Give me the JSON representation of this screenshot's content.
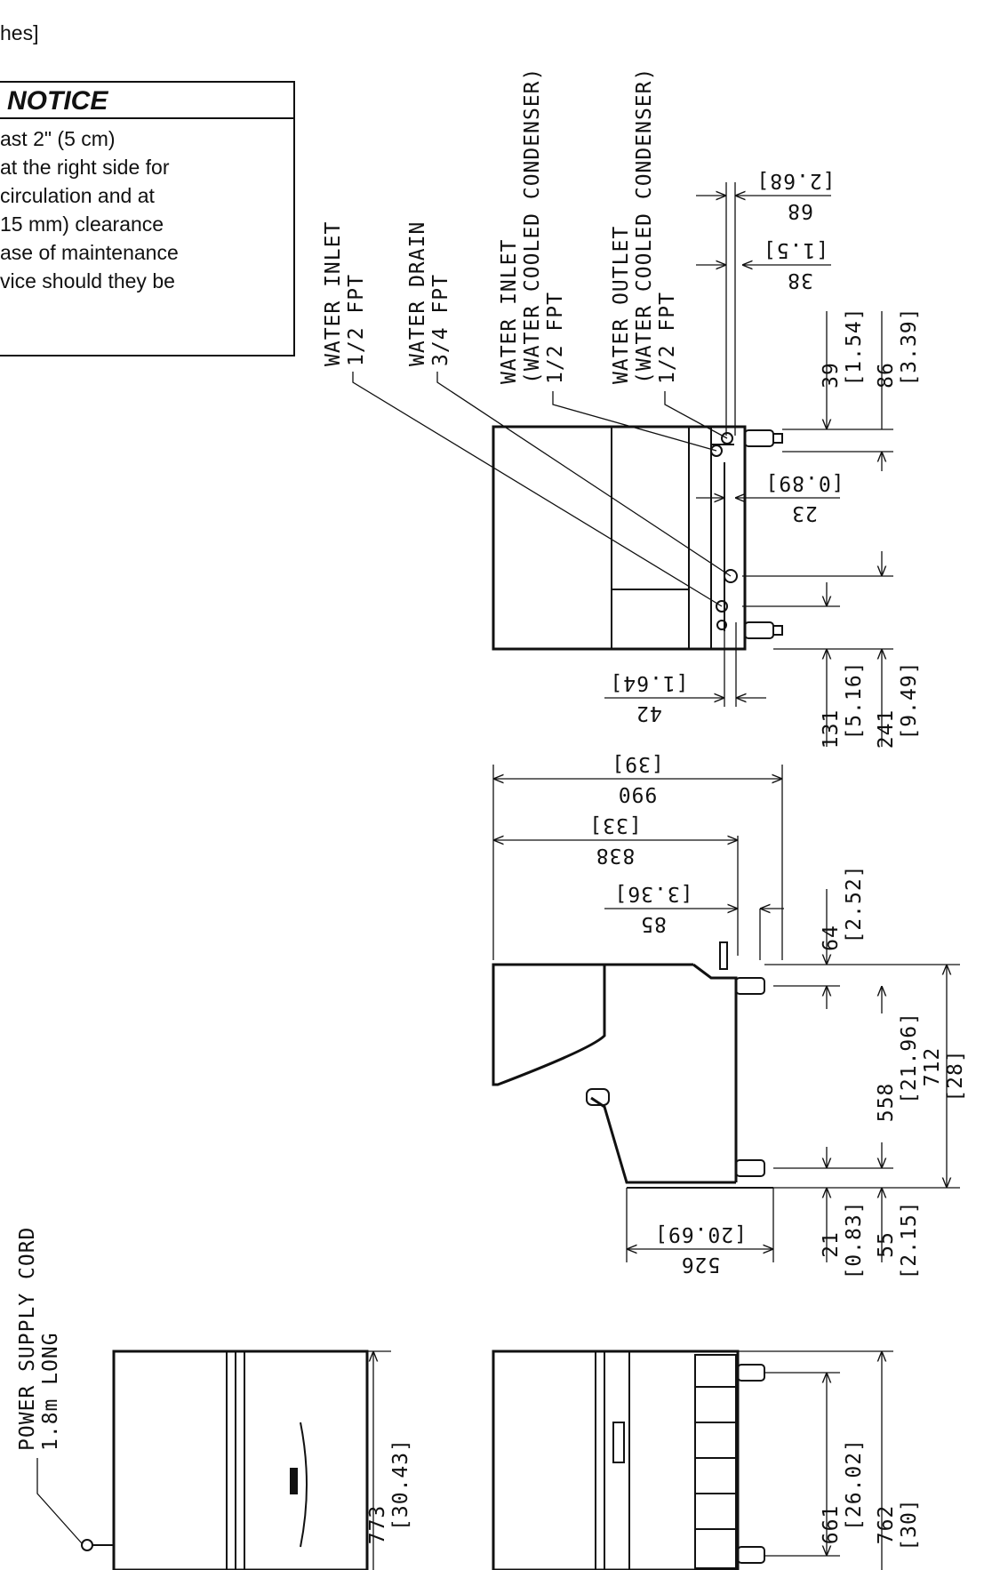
{
  "header": {
    "unit_fragment": "hes]"
  },
  "notice": {
    "title": "NOTICE",
    "lines": [
      "ast 2\" (5 cm)",
      "at the right side for",
      "circulation and at",
      "15 mm) clearance",
      "ase of maintenance",
      "vice should they be"
    ]
  },
  "labels": {
    "water_inlet": "WATER INLET",
    "water_inlet_size": "1/2 FPT",
    "water_drain": "WATER DRAIN",
    "water_drain_size": "3/4 FPT",
    "wc_inlet": "WATER INLET",
    "wc_inlet_sub": "(WATER COOLED CONDENSER)",
    "wc_inlet_size": "1/2 FPT",
    "wc_outlet": "WATER OUTLET",
    "wc_outlet_sub": "(WATER COOLED CONDENSER)",
    "wc_outlet_size": "1/2 FPT",
    "power_cord": "POWER SUPPLY CORD",
    "power_cord_len": "1.8m LONG"
  },
  "dimensions": {
    "d68": "68",
    "d68_in": "[2.68]",
    "d38": "38",
    "d38_in": "[1.5]",
    "d39": "39",
    "d39_in": "[1.54]",
    "d86": "86",
    "d86_in": "[3.39]",
    "d23": "23",
    "d23_in": "[0.89]",
    "d42": "42",
    "d42_in": "[1.64]",
    "d131": "131",
    "d131_in": "[5.16]",
    "d241": "241",
    "d241_in": "[9.49]",
    "d990": "990",
    "d990_in": "[39]",
    "d838": "838",
    "d838_in": "[33]",
    "d85": "85",
    "d85_in": "[3.36]",
    "d64": "64",
    "d64_in": "[2.52]",
    "d558": "558",
    "d558_in": "[21.96]",
    "d712": "712",
    "d712_in": "[28]",
    "d526": "526",
    "d526_in": "[20.69]",
    "d21": "21",
    "d21_in": "[0.83]",
    "d55": "55",
    "d55_in": "[2.15]",
    "d773": "773",
    "d773_in": "[30.43]",
    "d661": "661",
    "d661_in": "[26.02]",
    "d762": "762",
    "d762_in": "[30]"
  }
}
